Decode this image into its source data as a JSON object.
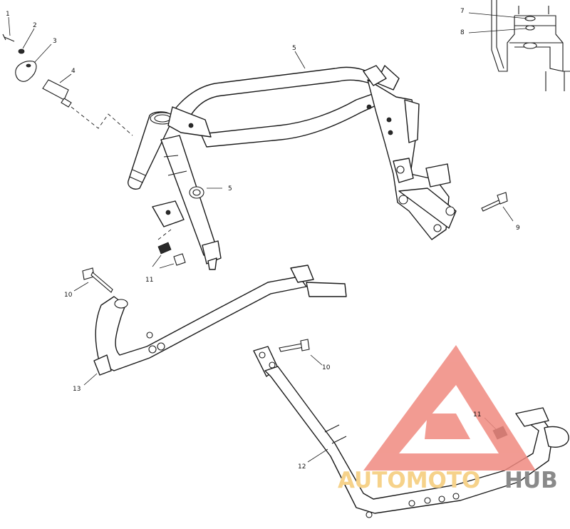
{
  "callouts": [
    {
      "id": "c1",
      "label": "1"
    },
    {
      "id": "c2",
      "label": "2"
    },
    {
      "id": "c3",
      "label": "3"
    },
    {
      "id": "c4",
      "label": "4"
    },
    {
      "id": "c5a",
      "label": "5"
    },
    {
      "id": "c5b",
      "label": "5"
    },
    {
      "id": "c7",
      "label": "7"
    },
    {
      "id": "c8",
      "label": "8"
    },
    {
      "id": "c9",
      "label": "9"
    },
    {
      "id": "c10a",
      "label": "10"
    },
    {
      "id": "c10b",
      "label": "10"
    },
    {
      "id": "c11a",
      "label": "11"
    },
    {
      "id": "c11b",
      "label": "11"
    },
    {
      "id": "c12",
      "label": "12"
    },
    {
      "id": "c13",
      "label": "13"
    }
  ],
  "watermark": {
    "word_1": "AUTOMOTO",
    "word_2": "HUB",
    "color_triangle": "#f08a80",
    "color_word_1": "#f6d28a",
    "color_word_2": "#8a8a8a"
  }
}
